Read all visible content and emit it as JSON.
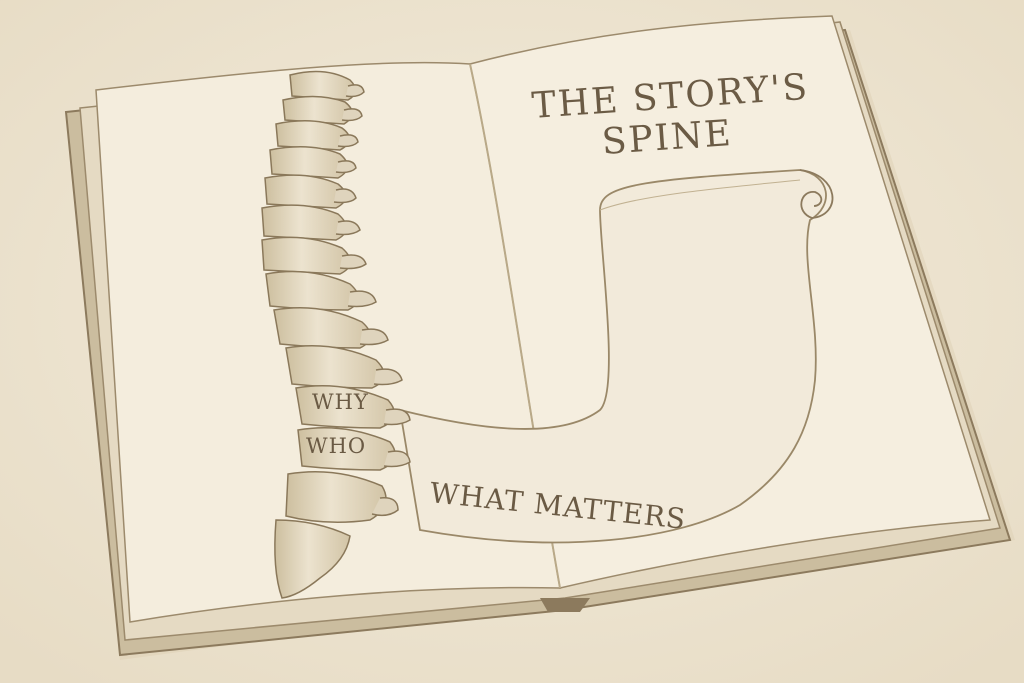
{
  "title": {
    "line1": "THE STORY'S",
    "line2": "SPINE"
  },
  "vertebra_labels": {
    "why": "WHY",
    "who": "WHO"
  },
  "scroll_text": "WHAT MATTERS",
  "colors": {
    "background": "#efe6d3",
    "page": "#f3ecdc",
    "ink": "#6a5a44",
    "cover": "#c9bba0",
    "bone": "#e6dcc6"
  }
}
